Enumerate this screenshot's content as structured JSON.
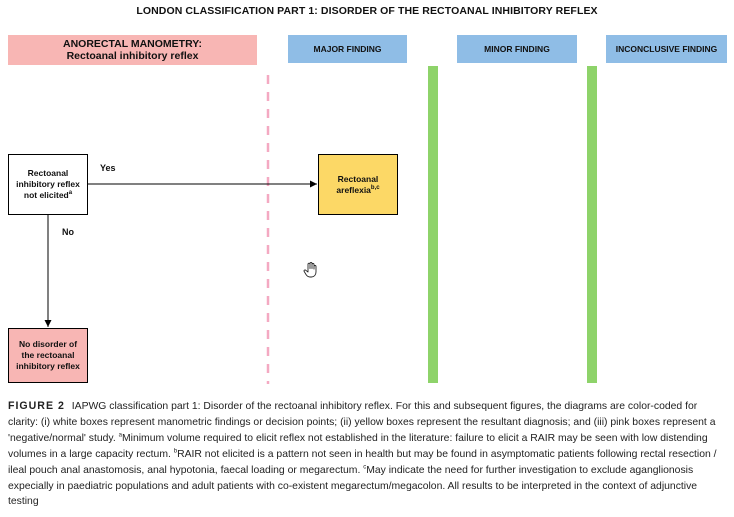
{
  "title": "LONDON CLASSIFICATION PART 1: DISORDER OF THE RECTOANAL INHIBITORY REFLEX",
  "headers": {
    "manometry_line1": "ANORECTAL MANOMETRY:",
    "manometry_line2": "Rectoanal inhibitory reflex",
    "major": "MAJOR FINDING",
    "minor": "MINOR FINDING",
    "inconclusive": "INCONCLUSIVE FINDING"
  },
  "nodes": {
    "decision": {
      "line1": "Rectoanal",
      "line2": "inhibitory reflex",
      "line3": "not elicited",
      "sup": "a"
    },
    "diagnosis": {
      "line1": "Rectoanal",
      "line2": "areflexia",
      "sup": "b,c"
    },
    "negative": {
      "line1": "No disorder of",
      "line2": "the rectoanal",
      "line3": "inhibitory reflex"
    }
  },
  "edges": {
    "yes_label": "Yes",
    "no_label": "No"
  },
  "caption": {
    "figure_label": "FIGURE 2",
    "text": "IAPWG classification part 1: Disorder of the rectoanal inhibitory reflex. For this and subsequent figures, the diagrams are color-coded for clarity: (i) white boxes represent manometric findings or decision points; (ii) yellow boxes represent the resultant diagnosis; and (iii) pink boxes represent a 'negative/normal' study.",
    "note_a_mark": "a",
    "note_a": "Minimum volume required to elicit reflex not established in the literature: failure to elicit a RAIR may be seen with low distending volumes in a large capacity rectum.",
    "note_b_mark": "b",
    "note_b": "RAIR not elicited is a pattern not seen in health but may be found in asymptomatic patients following rectal resection / ileal pouch anal anastomosis, anal hypotonia, faecal loading or megarectum.",
    "note_c_mark": "c",
    "note_c": "May indicate the need for further investigation to exclude aganglionosis expecially in paediatric populations and adult patients with co-existent megarectum/megacolon. All results to be interpreted in the context of adjunctive testing"
  },
  "colors": {
    "pink": "#f8b6b4",
    "blue": "#8fbde6",
    "yellow": "#fcd866",
    "green_bar": "#8ed36a",
    "dashed_line": "#f4a9c2"
  }
}
